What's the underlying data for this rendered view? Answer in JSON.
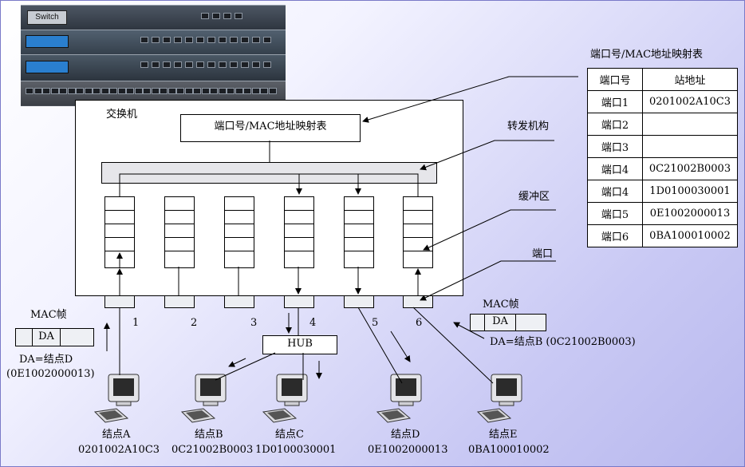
{
  "switch_label": "Switch",
  "switch_box_title": "交换机",
  "inner_table_label": "端口号/MAC地址映射表",
  "callouts": {
    "table_title": "端口号/MAC地址映射表",
    "forwarding": "转发机构",
    "buffer": "缓冲区",
    "port": "端口"
  },
  "mapping_table": {
    "headers": [
      "端口号",
      "站地址"
    ],
    "rows": [
      [
        "端口1",
        "0201002A10C3"
      ],
      [
        "端口2",
        ""
      ],
      [
        "端口3",
        ""
      ],
      [
        "端口4",
        "0C21002B0003"
      ],
      [
        "端口4",
        "1D0100030001"
      ],
      [
        "端口5",
        "0E1002000013"
      ],
      [
        "端口6",
        "0BA100010002"
      ]
    ]
  },
  "port_numbers": [
    "1",
    "2",
    "3",
    "4",
    "5",
    "6"
  ],
  "hub_label": "HUB",
  "frame_left": {
    "label": "MAC帧",
    "field": "DA",
    "dest_line1": "DA=结点D",
    "dest_line2": "(0E1002000013)"
  },
  "frame_right": {
    "label": "MAC帧",
    "field": "DA",
    "dest": "DA=结点B (0C21002B0003)"
  },
  "nodes": [
    {
      "name": "结点A",
      "mac": "0201002A10C3"
    },
    {
      "name": "结点B",
      "mac": "0C21002B0003"
    },
    {
      "name": "结点C",
      "mac": "1D0100030001"
    },
    {
      "name": "结点D",
      "mac": "0E1002000013"
    },
    {
      "name": "结点E",
      "mac": "0BA100010002"
    }
  ]
}
